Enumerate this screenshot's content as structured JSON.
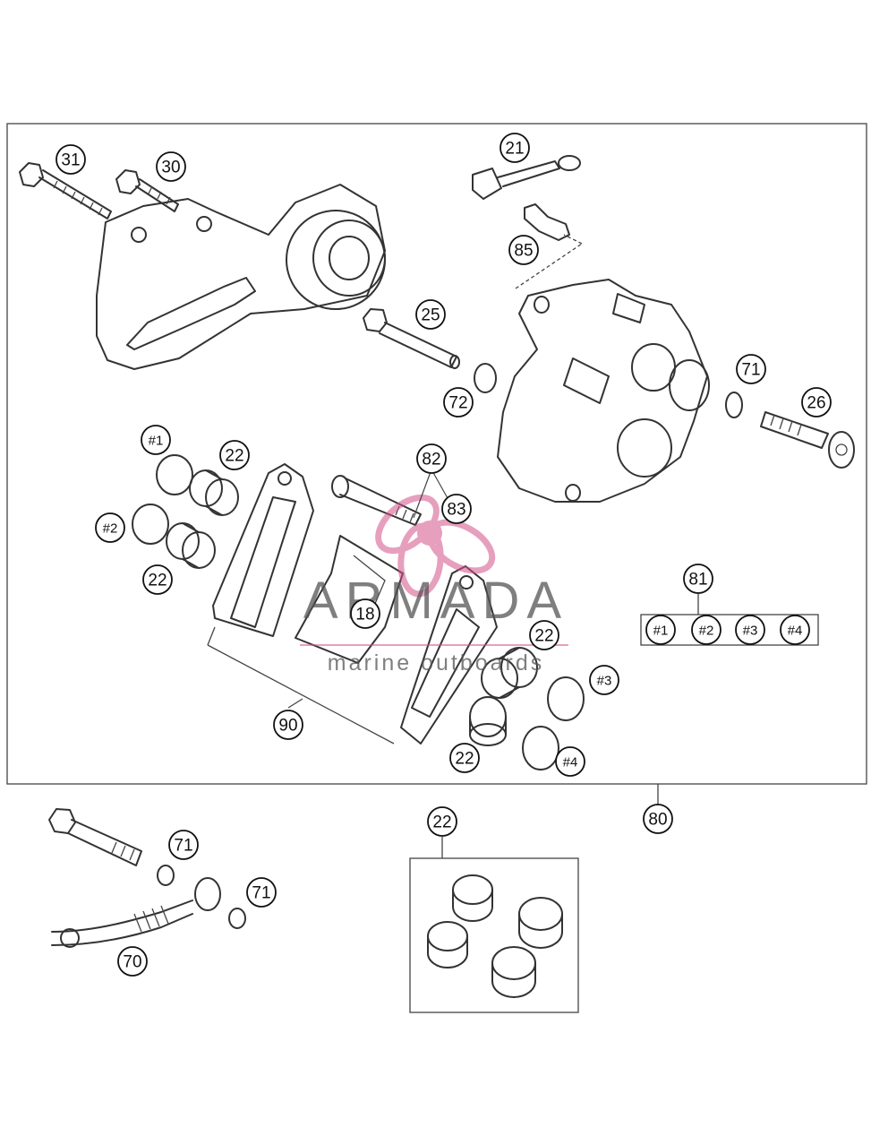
{
  "callouts": [
    {
      "id": "c31",
      "label": "31"
    },
    {
      "id": "c30",
      "label": "30"
    },
    {
      "id": "c21",
      "label": "21"
    },
    {
      "id": "c85",
      "label": "85"
    },
    {
      "id": "c25",
      "label": "25"
    },
    {
      "id": "c72",
      "label": "72"
    },
    {
      "id": "c71a",
      "label": "71"
    },
    {
      "id": "c26",
      "label": "26"
    },
    {
      "id": "c82",
      "label": "82"
    },
    {
      "id": "c83",
      "label": "83"
    },
    {
      "id": "cp1",
      "label": "#1"
    },
    {
      "id": "c22a",
      "label": "22"
    },
    {
      "id": "cp2",
      "label": "#2"
    },
    {
      "id": "c22b",
      "label": "22"
    },
    {
      "id": "c81",
      "label": "81"
    },
    {
      "id": "ck1",
      "label": "#1"
    },
    {
      "id": "ck2",
      "label": "#2"
    },
    {
      "id": "ck3",
      "label": "#3"
    },
    {
      "id": "ck4",
      "label": "#4"
    },
    {
      "id": "c18",
      "label": "18"
    },
    {
      "id": "c22c",
      "label": "22"
    },
    {
      "id": "cp3",
      "label": "#3"
    },
    {
      "id": "c90",
      "label": "90"
    },
    {
      "id": "c22d",
      "label": "22"
    },
    {
      "id": "cp4",
      "label": "#4"
    },
    {
      "id": "c80",
      "label": "80"
    },
    {
      "id": "c71b",
      "label": "71"
    },
    {
      "id": "c71c",
      "label": "71"
    },
    {
      "id": "c70",
      "label": "70"
    },
    {
      "id": "c22e",
      "label": "22"
    }
  ],
  "watermark": {
    "name": "ARMADA",
    "tagline": "marine outboards"
  }
}
